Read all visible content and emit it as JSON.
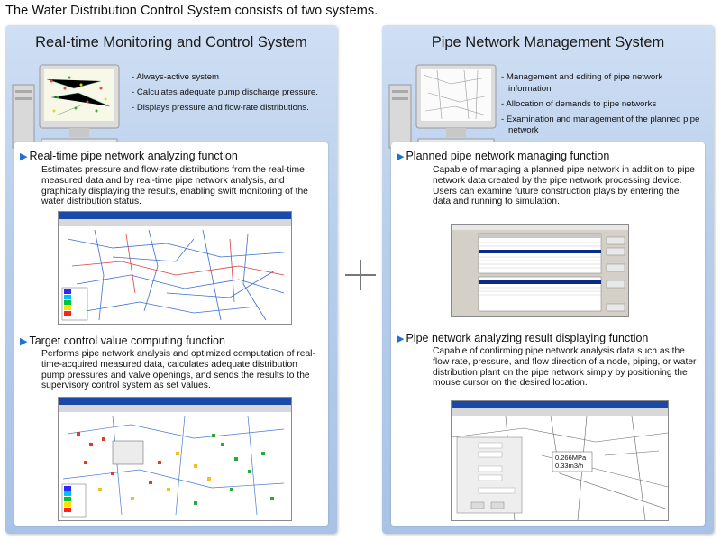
{
  "headline": "The Water Distribution Control System consists of two systems.",
  "left": {
    "title": "Real-time Monitoring and Control System",
    "bullets": [
      "Always-active system",
      "Calculates adequate pump discharge pressure.",
      "Displays pressure and flow-rate distributions."
    ],
    "section1": {
      "title": "Real-time pipe network analyzing function",
      "desc": "Estimates pressure and flow-rate distributions from the real-time measured data and by real-time pipe network analysis, and graphically displaying the results, enabling swift monitoring of the water distribution status."
    },
    "section2": {
      "title": "Target control value computing function",
      "desc": "Performs pipe network analysis and optimized computation of real-time-acquired measured data, calculates adequate distribution pump pressures and valve openings, and sends the results to the supervisory control system as set values."
    }
  },
  "right": {
    "title": "Pipe Network Management System",
    "bullets": [
      "Management and editing of pipe network information",
      "Allocation of demands to pipe networks",
      "Examination and management of the planned pipe network"
    ],
    "section1": {
      "title": "Planned pipe network managing function",
      "desc": "Capable of managing a planned pipe network in addition to pipe network data created by the pipe network processing device. Users can examine future construction plays by entering the data and running to simulation."
    },
    "section2": {
      "title": "Pipe network analyzing result displaying function",
      "desc": "Capable of confirming pipe network analysis data such as the flow rate, pressure, and flow direction of a node, piping, or water distribution plant on the pipe network simply by positioning the mouse cursor on the desired location.",
      "tooltip1": "0.266MPa",
      "tooltip2": "0.33m3/h"
    }
  },
  "plus_icon": "plus-icon",
  "colors": {
    "panel": "#b9cfeb",
    "accent": "#1e6fd6"
  }
}
